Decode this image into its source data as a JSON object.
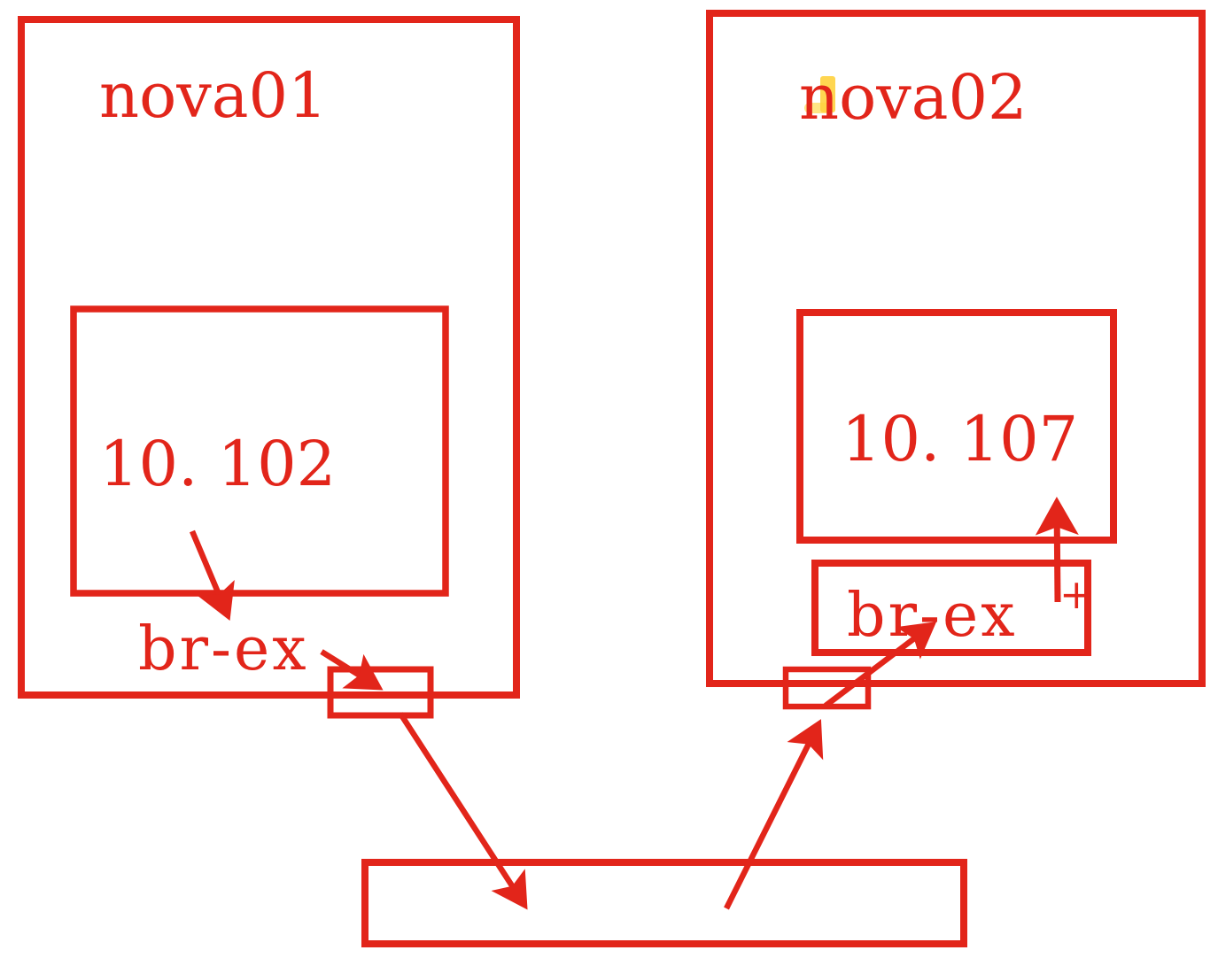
{
  "colors": {
    "red": "#e2251a",
    "yellow": "#ffd23e",
    "yellow_soft": "#ffe070",
    "background": "#ffffff"
  },
  "diagram": {
    "host1": {
      "title": "nova01",
      "vm_ip": "10. 102",
      "bridge": "br-ex"
    },
    "host2": {
      "title": "nova02",
      "vm_ip": "10. 107",
      "bridge": "br-ex",
      "plus": "+"
    }
  }
}
